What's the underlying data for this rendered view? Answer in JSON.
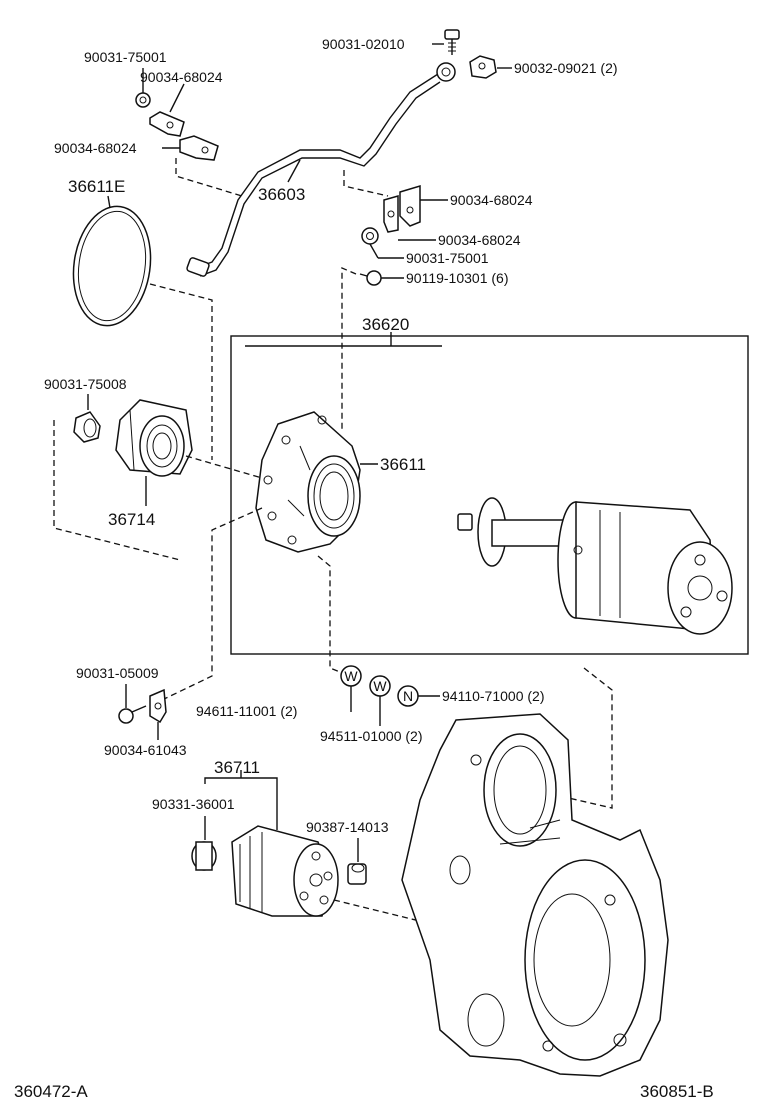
{
  "labels": {
    "p9003102010": "90031-02010",
    "p9003209021": "90032-09021 (2)",
    "p9003175001_top": "90031-75001",
    "p9003468024_a": "90034-68024",
    "p9003468024_b": "90034-68024",
    "p36611E": "36611E",
    "p36603": "36603",
    "p9003468024_c": "90034-68024",
    "p9003468024_d": "90034-68024",
    "p9003175001_right": "90031-75001",
    "p9011910301": "90119-10301 (6)",
    "p36620": "36620",
    "p9003175008": "90031-75008",
    "p36611": "36611",
    "p36714": "36714",
    "p9003105009": "90031-05009",
    "p9461111001": "94611-11001 (2)",
    "p9451101000": "94511-01000 (2)",
    "p9411071000": "94110-71000 (2)",
    "p9003461043": "90034-61043",
    "p36711": "36711",
    "p9033136001": "90331-36001",
    "p9038714013": "90387-14013",
    "footer_left": "360472-A",
    "footer_right": "360851-B"
  },
  "symbols": {
    "washer_w1": "W",
    "washer_w2": "W",
    "nut_n": "N"
  }
}
